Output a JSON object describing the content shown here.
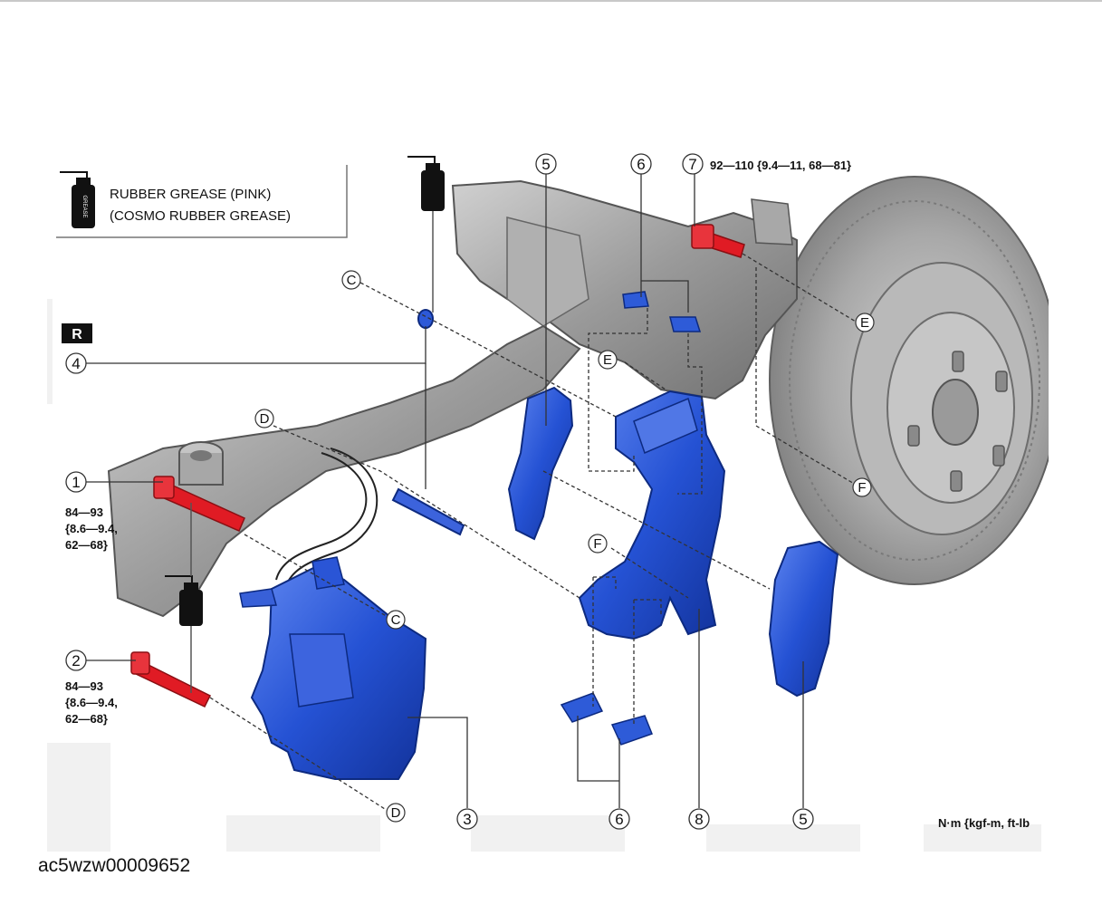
{
  "legend": {
    "line1": "RUBBER GREASE (PINK)",
    "line2": "(COSMO RUBBER GREASE)",
    "icon": "grease-tube-icon",
    "icon_text": "GREASE"
  },
  "side_marker": "R",
  "callouts": {
    "c1": "1",
    "c2": "2",
    "c3": "3",
    "c4": "4",
    "c5a": "5",
    "c5b": "5",
    "c6a": "6",
    "c6b": "6",
    "c7": "7",
    "c8": "8"
  },
  "letters": {
    "c_top": "C",
    "c_bottom": "C",
    "d_top": "D",
    "d_bottom": "D",
    "e_hub": "E",
    "e_bracket": "E",
    "f_hub": "F",
    "f_bracket": "F"
  },
  "torques": {
    "bolt7": "92—110 {9.4—11, 68—81}",
    "bolt1": [
      "84—93",
      "{8.6—9.4,",
      "62—68}"
    ],
    "bolt2": [
      "84—93",
      "{8.6—9.4,",
      "62—68}"
    ]
  },
  "units": "N·m {kgf-m, ft-lb",
  "image_code": "ac5wzw00009652",
  "colors": {
    "part_blue": "#1f4fd0",
    "bolt_red": "#e01b24",
    "knuckle_gray": "#9c9c9c",
    "rotor_gray": "#a9a9a9"
  }
}
